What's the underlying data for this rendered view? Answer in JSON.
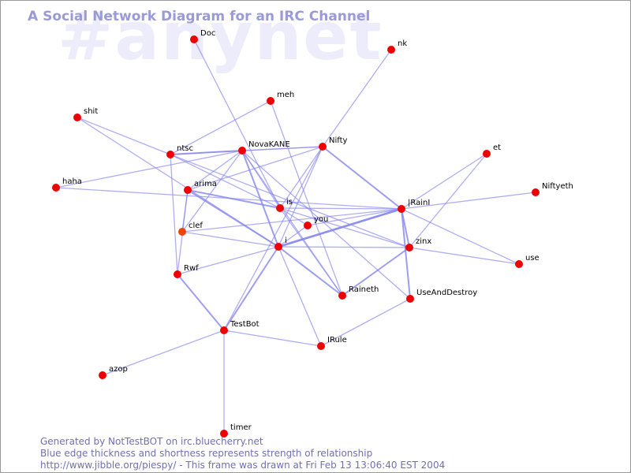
{
  "watermark": "#anynet",
  "title": "A Social Network Diagram for an IRC Channel",
  "footer": {
    "line1": "Generated by NotTestBOT on irc.bluecherry.net",
    "line2": "Blue edge thickness and shortness represents strength of relationship",
    "line3": "http://www.jibble.org/piespy/ - This frame was drawn at Fri Feb 13 13:06:40 EST 2004"
  },
  "colors": {
    "node": "#ee0000",
    "node_clef": "#ee4400",
    "edge": "#8888ee",
    "title": "#9a9ad6",
    "watermark": "#ececfa",
    "footer": "#7070b0"
  },
  "graph": {
    "nodes": [
      {
        "id": "Doc",
        "label": "Doc"
      },
      {
        "id": "nk",
        "label": "nk"
      },
      {
        "id": "meh",
        "label": "meh"
      },
      {
        "id": "shit",
        "label": "shit"
      },
      {
        "id": "ntsc",
        "label": "ntsc"
      },
      {
        "id": "NovaKANE",
        "label": "NovaKANE"
      },
      {
        "id": "Nifty",
        "label": "Nifty"
      },
      {
        "id": "et",
        "label": "et"
      },
      {
        "id": "haha",
        "label": "haha"
      },
      {
        "id": "arima",
        "label": "arima"
      },
      {
        "id": "Niftyeth",
        "label": "Niftyeth"
      },
      {
        "id": "is",
        "label": "is"
      },
      {
        "id": "IRainI",
        "label": "|RainI"
      },
      {
        "id": "you",
        "label": "you"
      },
      {
        "id": "clef",
        "label": "clef"
      },
      {
        "id": "i",
        "label": "i"
      },
      {
        "id": "zinx",
        "label": "zinx"
      },
      {
        "id": "use",
        "label": "use"
      },
      {
        "id": "Rwf",
        "label": "Rwf"
      },
      {
        "id": "Raineth",
        "label": "Raineth"
      },
      {
        "id": "UseAndDestroy",
        "label": "UseAndDestroy"
      },
      {
        "id": "TestBot",
        "label": "TestBot"
      },
      {
        "id": "IRule",
        "label": "IRule"
      },
      {
        "id": "azop",
        "label": "azop"
      },
      {
        "id": "timer",
        "label": "timer"
      }
    ],
    "edges": [
      {
        "from": "Doc",
        "to": "is",
        "weight": 1
      },
      {
        "from": "nk",
        "to": "Nifty",
        "weight": 1
      },
      {
        "from": "meh",
        "to": "ntsc",
        "weight": 1
      },
      {
        "from": "meh",
        "to": "Raineth",
        "weight": 1
      },
      {
        "from": "shit",
        "to": "ntsc",
        "weight": 1
      },
      {
        "from": "shit",
        "to": "i",
        "weight": 1
      },
      {
        "from": "haha",
        "to": "NovaKANE",
        "weight": 1
      },
      {
        "from": "haha",
        "to": "IRainI",
        "weight": 1
      },
      {
        "from": "ntsc",
        "to": "NovaKANE",
        "weight": 2
      },
      {
        "from": "ntsc",
        "to": "Nifty",
        "weight": 1
      },
      {
        "from": "ntsc",
        "to": "is",
        "weight": 1
      },
      {
        "from": "ntsc",
        "to": "zinx",
        "weight": 1
      },
      {
        "from": "ntsc",
        "to": "Rwf",
        "weight": 1
      },
      {
        "from": "NovaKANE",
        "to": "Nifty",
        "weight": 1
      },
      {
        "from": "NovaKANE",
        "to": "arima",
        "weight": 1
      },
      {
        "from": "NovaKANE",
        "to": "is",
        "weight": 1
      },
      {
        "from": "NovaKANE",
        "to": "i",
        "weight": 2
      },
      {
        "from": "NovaKANE",
        "to": "clef",
        "weight": 1
      },
      {
        "from": "NovaKANE",
        "to": "Raineth",
        "weight": 1
      },
      {
        "from": "NovaKANE",
        "to": "UseAndDestroy",
        "weight": 1
      },
      {
        "from": "Nifty",
        "to": "arima",
        "weight": 1
      },
      {
        "from": "Nifty",
        "to": "IRainI",
        "weight": 2
      },
      {
        "from": "Nifty",
        "to": "i",
        "weight": 1
      },
      {
        "from": "Nifty",
        "to": "TestBot",
        "weight": 1
      },
      {
        "from": "Nifty",
        "to": "is",
        "weight": 1
      },
      {
        "from": "arima",
        "to": "is",
        "weight": 2
      },
      {
        "from": "arima",
        "to": "i",
        "weight": 2
      },
      {
        "from": "arima",
        "to": "Rwf",
        "weight": 1
      },
      {
        "from": "arima",
        "to": "clef",
        "weight": 1
      },
      {
        "from": "is",
        "to": "IRainI",
        "weight": 1
      },
      {
        "from": "is",
        "to": "you",
        "weight": 1
      },
      {
        "from": "is",
        "to": "zinx",
        "weight": 1
      },
      {
        "from": "is",
        "to": "Raineth",
        "weight": 1
      },
      {
        "from": "you",
        "to": "IRainI",
        "weight": 1
      },
      {
        "from": "you",
        "to": "i",
        "weight": 1
      },
      {
        "from": "clef",
        "to": "IRainI",
        "weight": 1
      },
      {
        "from": "clef",
        "to": "i",
        "weight": 1
      },
      {
        "from": "i",
        "to": "IRainI",
        "weight": 3
      },
      {
        "from": "i",
        "to": "zinx",
        "weight": 1
      },
      {
        "from": "i",
        "to": "Raineth",
        "weight": 2
      },
      {
        "from": "i",
        "to": "Rwf",
        "weight": 1
      },
      {
        "from": "i",
        "to": "TestBot",
        "weight": 2
      },
      {
        "from": "i",
        "to": "IRule",
        "weight": 1
      },
      {
        "from": "IRainI",
        "to": "zinx",
        "weight": 2
      },
      {
        "from": "IRainI",
        "to": "UseAndDestroy",
        "weight": 2
      },
      {
        "from": "IRainI",
        "to": "Niftyeth",
        "weight": 1
      },
      {
        "from": "IRainI",
        "to": "use",
        "weight": 1
      },
      {
        "from": "IRainI",
        "to": "et",
        "weight": 1
      },
      {
        "from": "zinx",
        "to": "Raineth",
        "weight": 2
      },
      {
        "from": "zinx",
        "to": "use",
        "weight": 1
      },
      {
        "from": "zinx",
        "to": "et",
        "weight": 1
      },
      {
        "from": "Rwf",
        "to": "TestBot",
        "weight": 2
      },
      {
        "from": "TestBot",
        "to": "IRule",
        "weight": 1
      },
      {
        "from": "TestBot",
        "to": "azop",
        "weight": 1
      },
      {
        "from": "TestBot",
        "to": "timer",
        "weight": 1
      },
      {
        "from": "UseAndDestroy",
        "to": "IRule",
        "weight": 1
      }
    ]
  }
}
